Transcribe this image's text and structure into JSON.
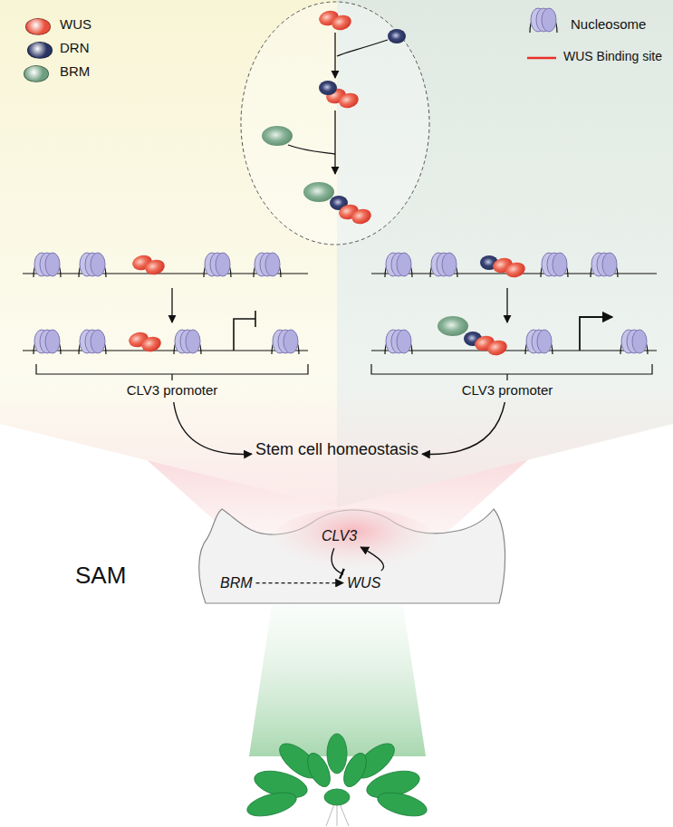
{
  "diagram": {
    "nodes": [
      {
        "text": [
          "CLV3 promoter"
        ]
      },
      {
        "text": [
          "CLV3 promoter"
        ]
      },
      {
        "text": [
          "Stem cell homeostasis"
        ]
      },
      {
        "text": [
          "SAM"
        ]
      },
      {
        "text": [
          "CLV3"
        ],
        "in": 3
      },
      {
        "text": [
          "BRM"
        ],
        "in": 3
      },
      {
        "text": [
          "WUS"
        ],
        "in": 3
      }
    ],
    "edges": [
      {
        "from": 0,
        "to": 2,
        "arrow": "to"
      },
      {
        "from": 1,
        "to": 2,
        "arrow": "to"
      },
      {
        "from": 5,
        "to": 6,
        "arrow": "to"
      },
      {
        "from": 6,
        "to": 4,
        "arrow": "to"
      },
      {
        "from": 4,
        "to": 6,
        "arrow": "to"
      }
    ],
    "legend": [
      {
        "text": "WUS",
        "color": "#e8503c"
      },
      {
        "text": "DRN",
        "color": "#2a3463"
      },
      {
        "text": "BRM",
        "color": "#6f9e80"
      },
      {
        "text": "Nucleosome"
      },
      {
        "text": "WUS Binding site"
      }
    ]
  }
}
